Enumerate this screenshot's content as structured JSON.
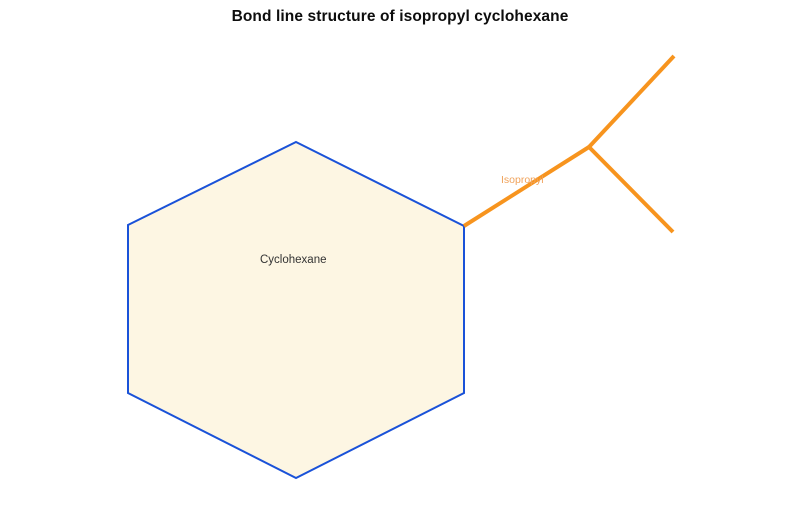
{
  "figure": {
    "title": "Bond line structure of isopropyl cyclohexane",
    "background_color": "#ffffff"
  },
  "labels": {
    "ring": "Cyclohexane",
    "branch": "Isopropyl"
  },
  "colors": {
    "ring_stroke": "#1a52d8",
    "ring_fill": "#fdf6e3",
    "branch_stroke": "#f7941e",
    "ring_label": "#333333",
    "branch_label": "#f0a35c",
    "title": "#0d0d0d"
  },
  "chart_data": {
    "type": "diagram",
    "title": "Bond line structure of isopropyl cyclohexane",
    "molecule": "isopropyl cyclohexane",
    "structures": [
      {
        "name": "Cyclohexane",
        "kind": "ring",
        "sides": 6,
        "stroke": "#1a52d8",
        "fill": "#fdf6e3",
        "stroke_width": 2,
        "vertices": [
          [
            296,
            142
          ],
          [
            464,
            226
          ],
          [
            464,
            393
          ],
          [
            296,
            478
          ],
          [
            128,
            393
          ],
          [
            128,
            225
          ]
        ],
        "label_position": [
          260,
          263
        ]
      },
      {
        "name": "Isopropyl",
        "kind": "substituent",
        "stroke": "#f7941e",
        "stroke_width": 4,
        "attachment_vertex": [
          464,
          226
        ],
        "bonds": [
          {
            "from": [
              464,
              226
            ],
            "to": [
              589,
              147
            ]
          },
          {
            "from": [
              589,
              147
            ],
            "to": [
              674,
              56
            ]
          },
          {
            "from": [
              589,
              147
            ],
            "to": [
              673,
              232
            ]
          }
        ],
        "label_position": [
          501,
          183
        ]
      }
    ],
    "axis": {
      "grid": false,
      "legend": false
    }
  }
}
